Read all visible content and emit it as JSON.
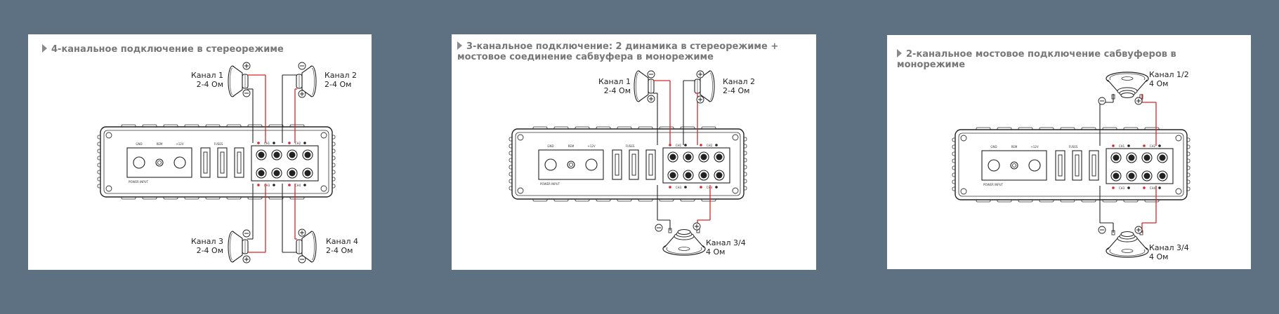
{
  "colors": {
    "background": "#5d7182",
    "panel": "#ffffff",
    "title": "#777777",
    "wire_red": "#d9262b",
    "wire_black": "#222222"
  },
  "panels": [
    {
      "title": "4-канальное подключение в стереорежиме",
      "speakers": [
        {
          "name": "Канал 1",
          "impedance": "2-4 Ом"
        },
        {
          "name": "Канал 2",
          "impedance": "2-4 Ом"
        },
        {
          "name": "Канал 3",
          "impedance": "2-4 Ом"
        },
        {
          "name": "Канал 4",
          "impedance": "2-4 Ом"
        }
      ]
    },
    {
      "title": "3-канальное подключение: 2 динамика в стереорежиме + мостовое соединение сабвуфера в монорежиме",
      "speakers": [
        {
          "name": "Канал 1",
          "impedance": "2-4 Ом"
        },
        {
          "name": "Канал 2",
          "impedance": "2-4 Ом"
        },
        {
          "name": "Канал 3/4",
          "impedance": "4 Ом"
        }
      ]
    },
    {
      "title": "2-канальное мостовое подключение сабвуферов в монорежиме",
      "speakers": [
        {
          "name": "Канал 1/2",
          "impedance": "4 Ом"
        },
        {
          "name": "Канал 3/4",
          "impedance": "4 Ом"
        }
      ]
    }
  ],
  "amp": {
    "power_labels": [
      "GND",
      "REM",
      "+12V"
    ],
    "fuses_label": "FUSES",
    "power_input_label": "POWER INPUT",
    "terminal_labels_top": [
      "CH1",
      "CH2"
    ],
    "terminal_labels_bottom": [
      "CH3",
      "CH4"
    ]
  },
  "symbols": {
    "plus": "+",
    "minus": "−"
  }
}
